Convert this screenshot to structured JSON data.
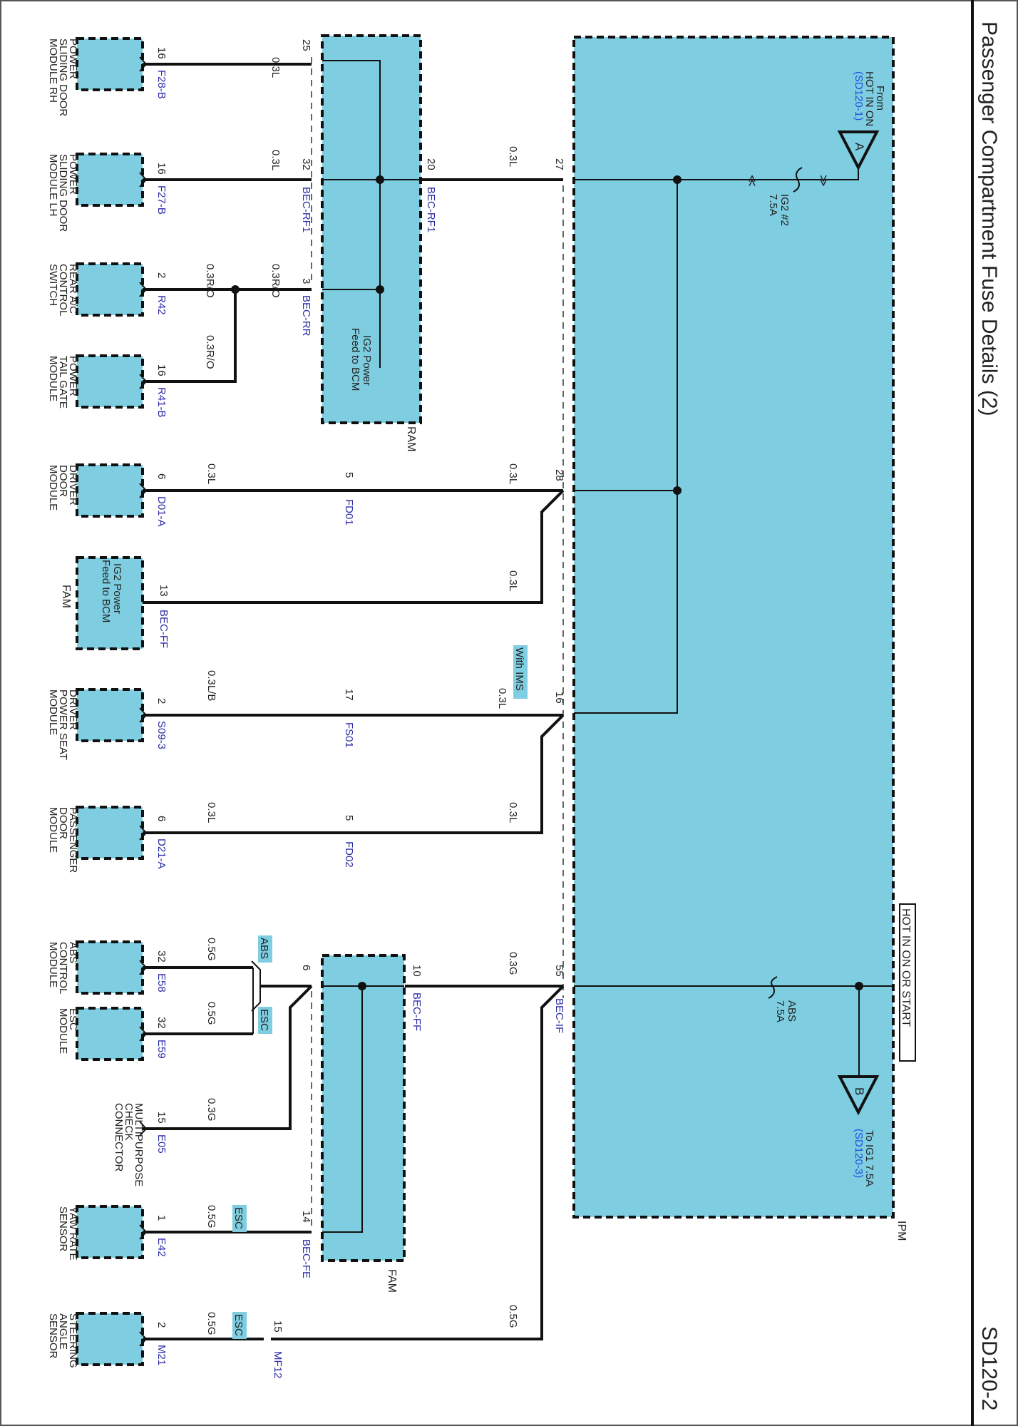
{
  "title": "Passenger Compartment Fuse Details (2)",
  "page_id": "SD120-2",
  "colors": {
    "module_fill": "#7ecde0",
    "connector_text": "#2a2aa8",
    "ref_link": "#1f4fe0",
    "wire": "#111111"
  },
  "ipm": {
    "label": "IPM",
    "supply_a": {
      "letter": "A",
      "text1": "From",
      "text2": "HOT IN ON",
      "ref": "(SD120-1)"
    },
    "supply_b": {
      "letter": "B",
      "text1": "To IG1 7.5A",
      "ref": "(SD120-3)"
    },
    "hot_label": "HOT IN ON OR START",
    "fuse_ig2": {
      "name": "IG2 #2",
      "rating": "7.5A"
    },
    "fuse_abs": {
      "name": "ABS",
      "rating": "7.5A"
    },
    "pins": {
      "p27": "27",
      "p28": "28",
      "p16": "16",
      "p55": "55"
    },
    "connector_if": "BEC-IF"
  },
  "ram": {
    "label": "RAM",
    "feed_l1": "IG2 Power",
    "feed_l2": "Feed to BCM",
    "pin_in": "20",
    "conn_in": "BEC-RF1",
    "pin_25": "25",
    "pin_32": "32",
    "conn_32": "BEC-RF1",
    "pin_3": "3",
    "conn_3": "BEC-RR"
  },
  "fam": {
    "label": "FAM",
    "pin_in": "10",
    "conn_in": "BEC-FF",
    "pin_6": "6",
    "pin_14": "14",
    "conn_14": "BEC-FE"
  },
  "fam_small": {
    "label": "FAM",
    "feed_l1": "IG2 Power",
    "feed_l2": "Feed to BCM",
    "pin": "13",
    "conn": "BEC-FF"
  },
  "wires": {
    "w_25": "0.3L",
    "w_32": "0.3L",
    "w_3": "0.3R/O",
    "w_r42": "0.3R/O",
    "w_r41": "0.3R/O",
    "w_27": "0.3L",
    "w_28": "0.3L",
    "w_fd01": "0.3L",
    "w_13": "0.3L",
    "w_16": "0.3L",
    "w_fs01": "0.3L/B",
    "w_fd02_a": "0.3L",
    "w_fd02_b": "0.3L",
    "w_55": "0.3G",
    "w_e58": "0.5G",
    "w_e59": "0.5G",
    "w_e05": "0.3G",
    "w_e42": "0.5G",
    "w_mf12": "0.5G",
    "w_m21": "0.5G"
  },
  "options": {
    "ims": "With IMS",
    "abs": "ABS",
    "esc1": "ESC",
    "esc2": "ESC",
    "esc3": "ESC"
  },
  "inline": {
    "fd01": {
      "pin": "5",
      "name": "FD01"
    },
    "fs01": {
      "pin": "17",
      "name": "FS01"
    },
    "fd02": {
      "pin": "5",
      "name": "FD02"
    },
    "mf12": {
      "pin": "15",
      "name": "MF12"
    }
  },
  "components": [
    {
      "name1": "POWER",
      "name2": "SLIDING DOOR",
      "name3": "MODULE RH",
      "pin": "16",
      "conn": "F28-B"
    },
    {
      "name1": "POWER",
      "name2": "SLIDING DOOR",
      "name3": "MODULE LH",
      "pin": "16",
      "conn": "F27-B"
    },
    {
      "name1": "REAR A/C",
      "name2": "CONTROL",
      "name3": "SWITCH",
      "pin": "2",
      "conn": "R42"
    },
    {
      "name1": "POWER",
      "name2": "TAIL GATE",
      "name3": "MODULE",
      "pin": "16",
      "conn": "R41-B"
    },
    {
      "name1": "DRIVER",
      "name2": "DOOR",
      "name3": "MODULE",
      "pin": "6",
      "conn": "D01-A"
    },
    {
      "name1": "DRIVER",
      "name2": "POWER SEAT",
      "name3": "MODULE",
      "pin": "2",
      "conn": "S09-3"
    },
    {
      "name1": "PASSENGER",
      "name2": "DOOR",
      "name3": "MODULE",
      "pin": "6",
      "conn": "D21-A"
    },
    {
      "name1": "ABS",
      "name2": "CONTROL",
      "name3": "MODULE",
      "pin": "32",
      "conn": "E58"
    },
    {
      "name1": "ESC",
      "name2": "MODULE",
      "name3": "",
      "pin": "32",
      "conn": "E59"
    },
    {
      "name1": "MULTIPURPOSE",
      "name2": "CHECK",
      "name3": "CONNECTOR",
      "pin": "15",
      "conn": "E05"
    },
    {
      "name1": "YAW RATE",
      "name2": "SENSOR",
      "name3": "",
      "pin": "1",
      "conn": "E42"
    },
    {
      "name1": "STEERING",
      "name2": "ANGLE",
      "name3": "SENSOR",
      "pin": "2",
      "conn": "M21"
    }
  ]
}
